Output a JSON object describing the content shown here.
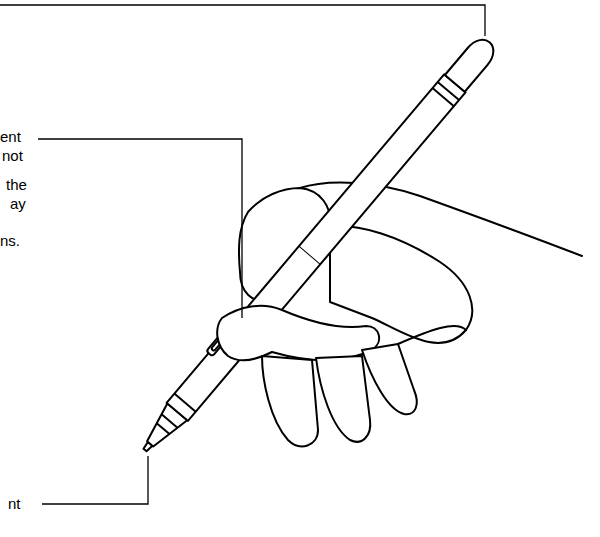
{
  "diagram": {
    "labels": [
      "ent",
      "not",
      "the",
      "ay",
      "ns.",
      "nt"
    ]
  }
}
